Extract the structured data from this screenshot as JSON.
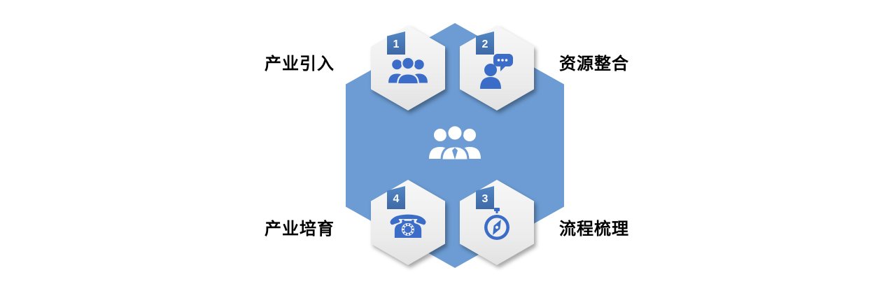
{
  "diagram": {
    "type": "hexagon-infographic",
    "center": {
      "icon": "team-people-icon",
      "hexagon_color": "#6C9CD3"
    },
    "nodes": [
      {
        "number": "1",
        "label": "产业引入",
        "icon": "people-group-icon",
        "position": "top-left"
      },
      {
        "number": "2",
        "label": "资源整合",
        "icon": "person-speech-bubble-icon",
        "position": "top-right"
      },
      {
        "number": "3",
        "label": "流程梳理",
        "icon": "compass-icon",
        "position": "bottom-right"
      },
      {
        "number": "4",
        "label": "产业培育",
        "icon": "phone-icon",
        "position": "bottom-left"
      }
    ],
    "glyphs": {
      "phone": "☎"
    },
    "colors": {
      "background": "#FFFFFF",
      "center_hexagon": "#6C9CD3",
      "node_hexagon": "#EFEFEF",
      "icon_blue": "#3A6CC8",
      "badge_blue": "#4677B8",
      "label_text": "#000000"
    }
  }
}
